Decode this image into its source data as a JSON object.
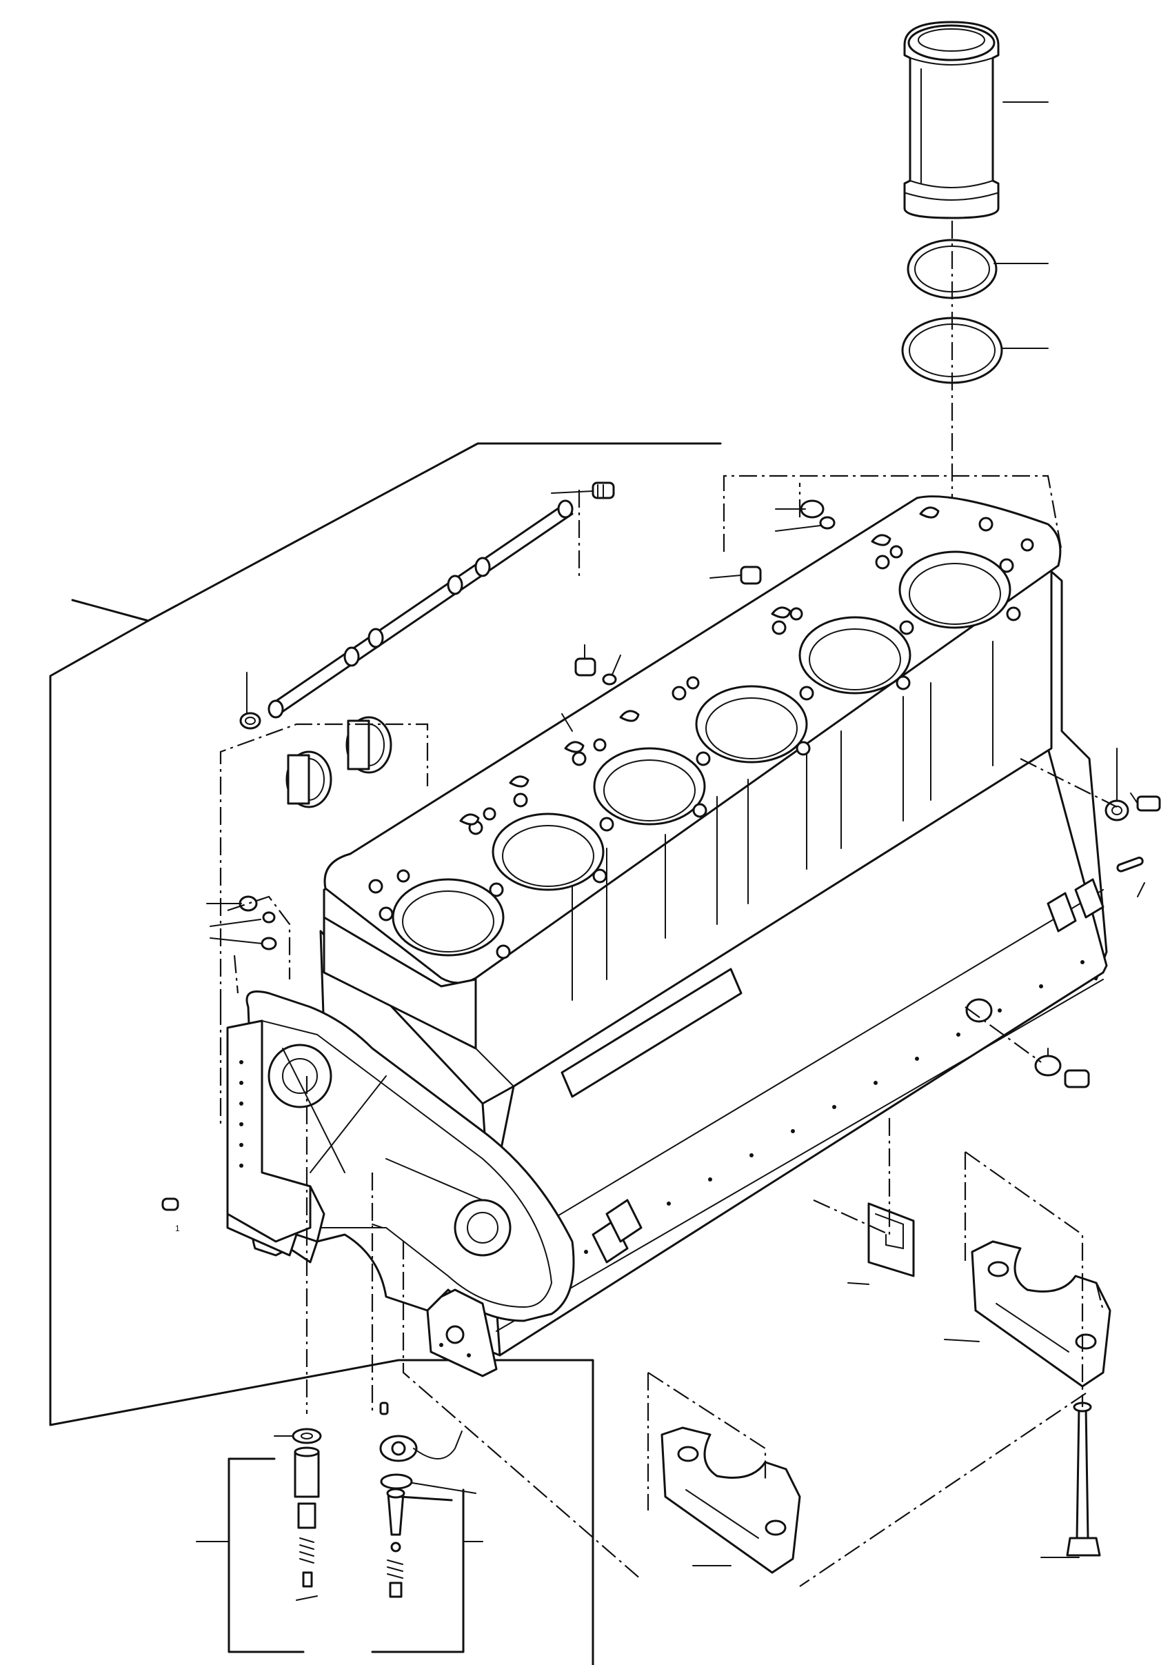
{
  "diagram": {
    "kind": "exploded-view",
    "subject": "cylinder block",
    "cylinders": 6,
    "callout_leaders": 34,
    "small_marks": [
      "1"
    ]
  }
}
